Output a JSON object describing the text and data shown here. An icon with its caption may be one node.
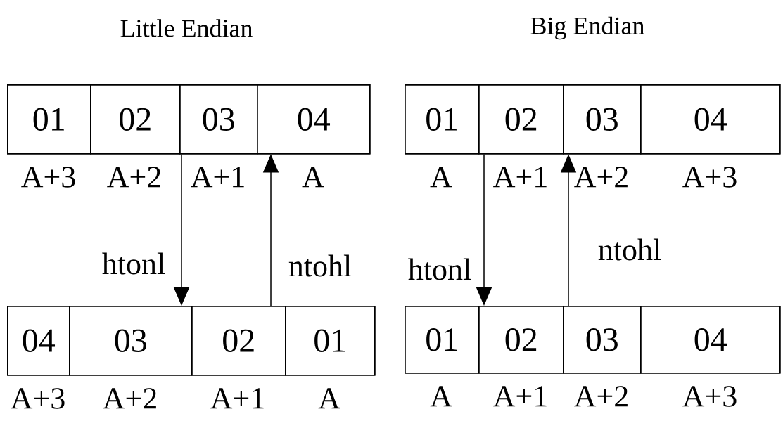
{
  "diagram": {
    "nodes": [
      {
        "text": [],
        "shape": "box"
      },
      {
        "text": [
          "01"
        ],
        "in": 0,
        "beside": [
          "A+3"
        ]
      },
      {
        "text": [
          "02"
        ],
        "in": 0,
        "beside": [
          "A+2"
        ]
      },
      {
        "text": [
          "03"
        ],
        "in": 0,
        "beside": [
          "A+1"
        ]
      },
      {
        "text": [
          "04"
        ],
        "in": 0,
        "beside": [
          "A"
        ]
      },
      {
        "text": [],
        "shape": "box"
      },
      {
        "text": [
          "04"
        ],
        "in": 5,
        "beside": [
          "A+3"
        ]
      },
      {
        "text": [
          "03"
        ],
        "in": 5,
        "beside": [
          "A+2"
        ]
      },
      {
        "text": [
          "02"
        ],
        "in": 5,
        "beside": [
          "A+1"
        ]
      },
      {
        "text": [
          "01"
        ],
        "in": 5,
        "beside": [
          "A"
        ]
      },
      {
        "text": [],
        "shape": "box"
      },
      {
        "text": [
          "01"
        ],
        "in": 10,
        "beside": [
          "A"
        ]
      },
      {
        "text": [
          "02"
        ],
        "in": 10,
        "beside": [
          "A+1"
        ]
      },
      {
        "text": [
          "03"
        ],
        "in": 10,
        "beside": [
          "A+2"
        ]
      },
      {
        "text": [
          "04"
        ],
        "in": 10,
        "beside": [
          "A+3"
        ]
      },
      {
        "text": [],
        "shape": "box"
      },
      {
        "text": [
          "01"
        ],
        "in": 15,
        "beside": [
          "A"
        ]
      },
      {
        "text": [
          "02"
        ],
        "in": 15,
        "beside": [
          "A+1"
        ]
      },
      {
        "text": [
          "03"
        ],
        "in": 15,
        "beside": [
          "A+2"
        ]
      },
      {
        "text": [
          "04"
        ],
        "in": 15,
        "beside": [
          "A+3"
        ]
      }
    ],
    "edges": [
      {
        "from": 0,
        "to": 5,
        "arrow": "to",
        "label": "htonl"
      },
      {
        "from": 5,
        "to": 0,
        "arrow": "to",
        "label": "ntohl"
      },
      {
        "from": 10,
        "to": 15,
        "arrow": "to",
        "label": "htonl"
      },
      {
        "from": 15,
        "to": 10,
        "arrow": "to",
        "label": "ntohl"
      }
    ],
    "labels": [
      "Little Endian",
      "Big Endian"
    ]
  }
}
